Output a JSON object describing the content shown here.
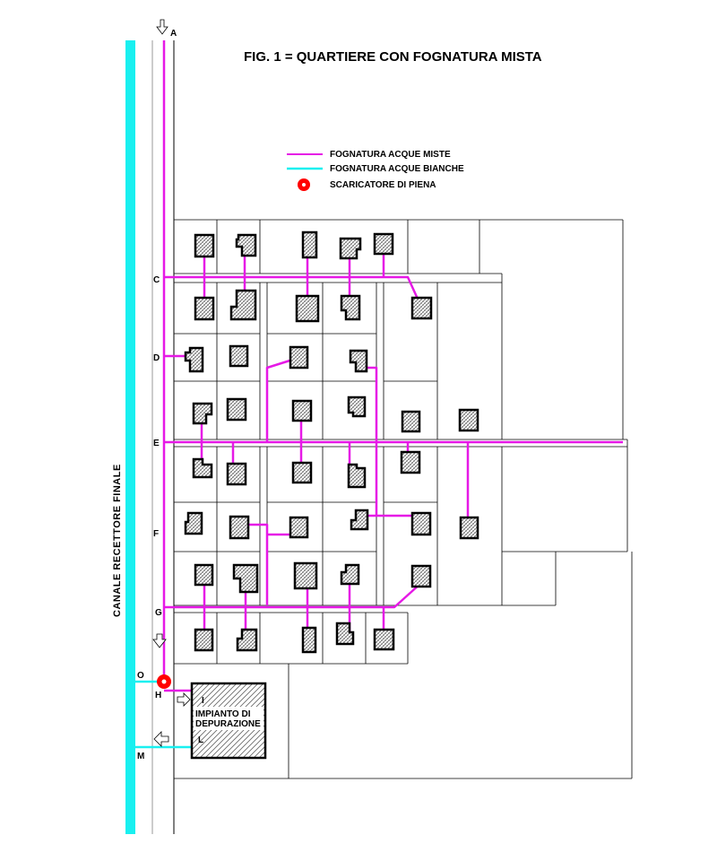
{
  "title": "FIG. 1 = QUARTIERE CON FOGNATURA MISTA",
  "legend": {
    "mixed": "FOGNATURA ACQUE MISTE",
    "white": "FOGNATURA ACQUE BIANCHE",
    "overflow": "SCARICATORE DI PIENA"
  },
  "canal_label": "CANALE RECETTORE FINALE",
  "plant_label_1": "IMPIANTO DI",
  "plant_label_2": "DEPURAZIONE",
  "nodes": {
    "A": "A",
    "C": "C",
    "D": "D",
    "E": "E",
    "F": "F",
    "G": "G",
    "H": "H",
    "I": "I",
    "L": "L",
    "M": "M",
    "O": "O"
  },
  "colors": {
    "mixed": "#e619e6",
    "white": "#19f0f0",
    "overflow": "#ff0000"
  }
}
